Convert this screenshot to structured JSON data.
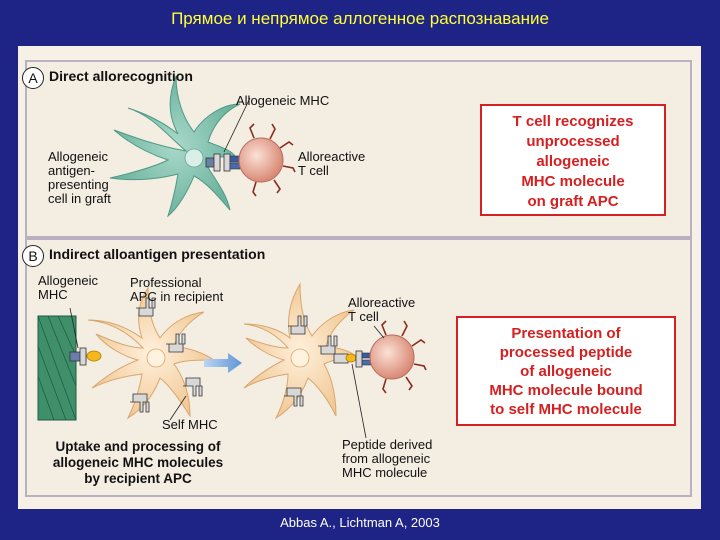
{
  "title": "Прямое и непрямое аллогенное распознавание",
  "citation": "Abbas A., Lichtman A, 2003",
  "panel_a": {
    "letter": "A",
    "heading": "Direct allorecognition",
    "labels": {
      "allogeneic_mhc": "Allogeneic MHC",
      "apc": "Allogeneic\nantigen-\npresenting\ncell in graft",
      "t_cell": "Alloreactive\nT cell"
    },
    "callout": "T cell recognizes\nunprocessed\nallogeneic\nMHC molecule\non graft APC"
  },
  "panel_b": {
    "letter": "B",
    "heading": "Indirect alloantigen presentation",
    "labels": {
      "allogeneic_mhc": "Allogeneic\nMHC",
      "professional_apc": "Professional\nAPC in recipient",
      "self_mhc": "Self MHC",
      "t_cell": "Alloreactive\nT cell",
      "peptide": "Peptide derived\nfrom allogeneic\nMHC molecule"
    },
    "uptake_caption": "Uptake and processing of\nallogeneic MHC molecules\nby recipient APC",
    "callout": "Presentation of\nprocessed peptide\nof allogeneic\nMHC molecule bound\nto self MHC molecule"
  },
  "colors": {
    "background": "#1e2386",
    "title": "#ffff33",
    "graft_cell": "#7fc0ad",
    "recipient_apc": "#f6d7b0",
    "t_cell": "#e9a590",
    "callout_red": "#d42020"
  }
}
